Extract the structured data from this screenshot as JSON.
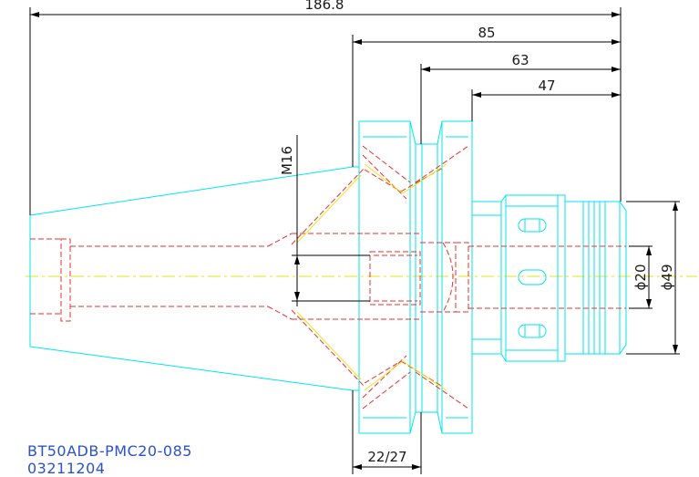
{
  "dimensions": {
    "overall_length": "186.8",
    "length_85": "85",
    "length_63": "63",
    "length_47": "47",
    "thread": "M16",
    "bore_diameter": "ϕ20",
    "body_diameter": "ϕ49",
    "flange_width": "22/27"
  },
  "title_block": {
    "part_number": "BT50ADB-PMC20-085",
    "code": "03211204"
  },
  "colors": {
    "outline": "#00e5ee",
    "hidden": "#e8312f",
    "centerline": "#e6e61a",
    "dimension": "#000000",
    "text": "#2a52c9"
  }
}
